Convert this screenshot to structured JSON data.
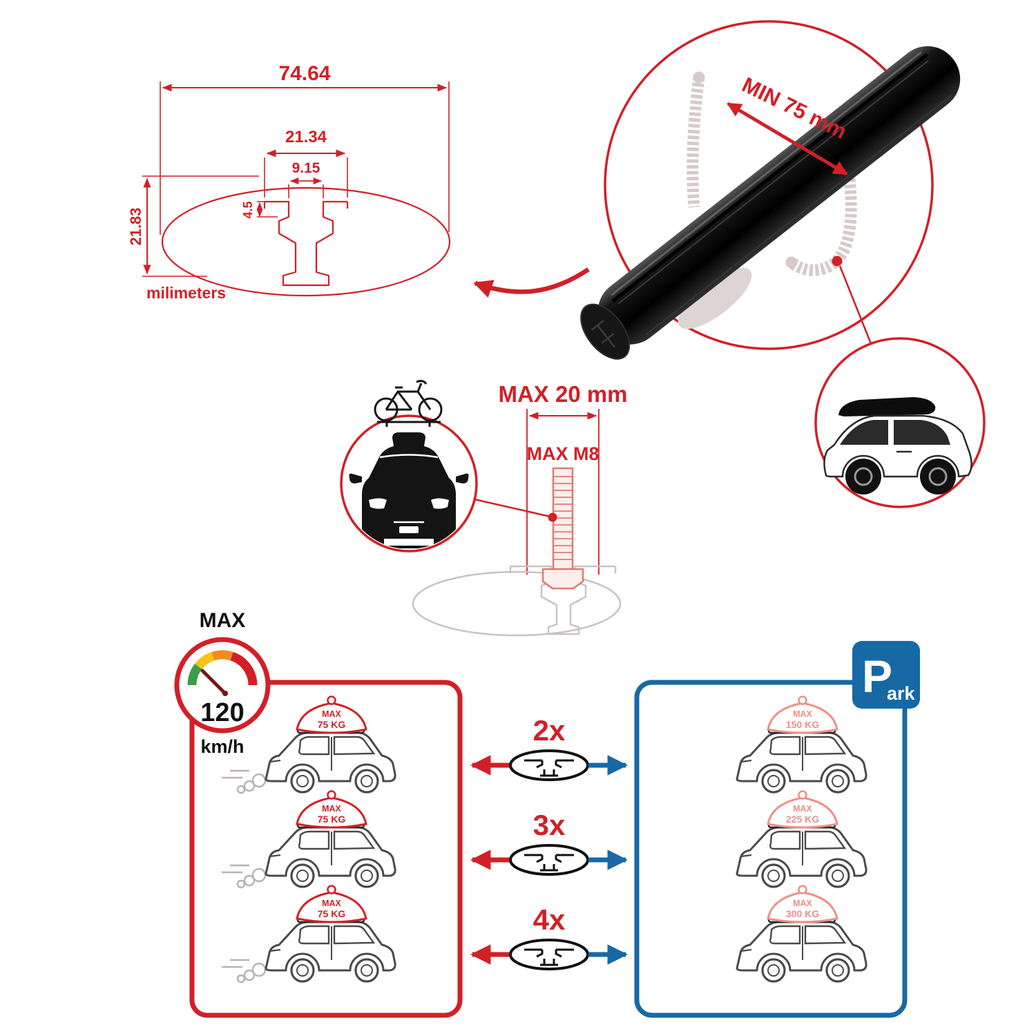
{
  "dimensions": {
    "total_width": "74.64",
    "slot_outer_width": "21.34",
    "slot_inner_width": "9.15",
    "lip_depth": "4.5",
    "total_height": "21.83",
    "unit": "milimeters"
  },
  "crossbar": {
    "min_span": "MIN 75 mm"
  },
  "bolt": {
    "max_width": "MAX 20 mm",
    "max_thread": "MAX M8"
  },
  "speed": {
    "label": "MAX",
    "value": "120",
    "unit": "km/h"
  },
  "park_sign": {
    "letter": "P",
    "rest": "ark"
  },
  "load_rows": [
    {
      "multiplier": "2x",
      "left_max": "MAX",
      "left_weight": "75 KG",
      "right_max": "MAX",
      "right_weight": "150 KG"
    },
    {
      "multiplier": "3x",
      "left_max": "MAX",
      "left_weight": "75 KG",
      "right_max": "MAX",
      "right_weight": "225 KG"
    },
    {
      "multiplier": "4x",
      "left_max": "MAX",
      "left_weight": "75 KG",
      "right_max": "MAX",
      "right_weight": "300 KG"
    }
  ],
  "colors": {
    "accent_red": "#d22027",
    "accent_blue": "#1769a5",
    "faded_gray": "#c9c2c2",
    "bar_black": "#0a0a0a"
  }
}
